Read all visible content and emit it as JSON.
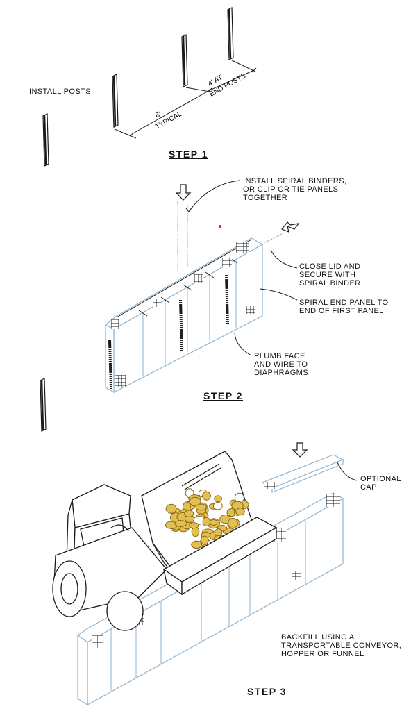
{
  "steps": {
    "step1": "STEP 1",
    "step2": "STEP 2",
    "step3": "STEP 3"
  },
  "step1": {
    "install_posts": "INSTALL POSTS",
    "spacing_typical_value": "6'",
    "spacing_typical_label": "TYPICAL",
    "spacing_end_value": "4' AT",
    "spacing_end_label": "END POSTS"
  },
  "step2": {
    "binders": [
      "INSTALL SPIRAL BINDERS,",
      "OR CLIP OR TIE PANELS",
      "TOGETHER"
    ],
    "close_lid": [
      "CLOSE LID AND",
      "SECURE WITH",
      "SPIRAL BINDER"
    ],
    "spiral_end": [
      "SPIRAL END PANEL TO",
      "END OF FIRST PANEL"
    ],
    "plumb_face": [
      "PLUMB FACE",
      "AND WIRE TO",
      "DIAPHRAGMS"
    ]
  },
  "step3": {
    "optional_cap": [
      "OPTIONAL",
      "CAP"
    ],
    "backfill": [
      "BACKFILL USING A",
      "TRANSPORTABLE CONVEYOR,",
      "HOPPER OR FUNNEL"
    ]
  },
  "colors": {
    "line": "#1a1a1a",
    "panel_blue": "#8fb3cf",
    "stone_fill": "#e2bf52",
    "stone_edge": "#8a6a12",
    "mark_red": "#d22222"
  }
}
